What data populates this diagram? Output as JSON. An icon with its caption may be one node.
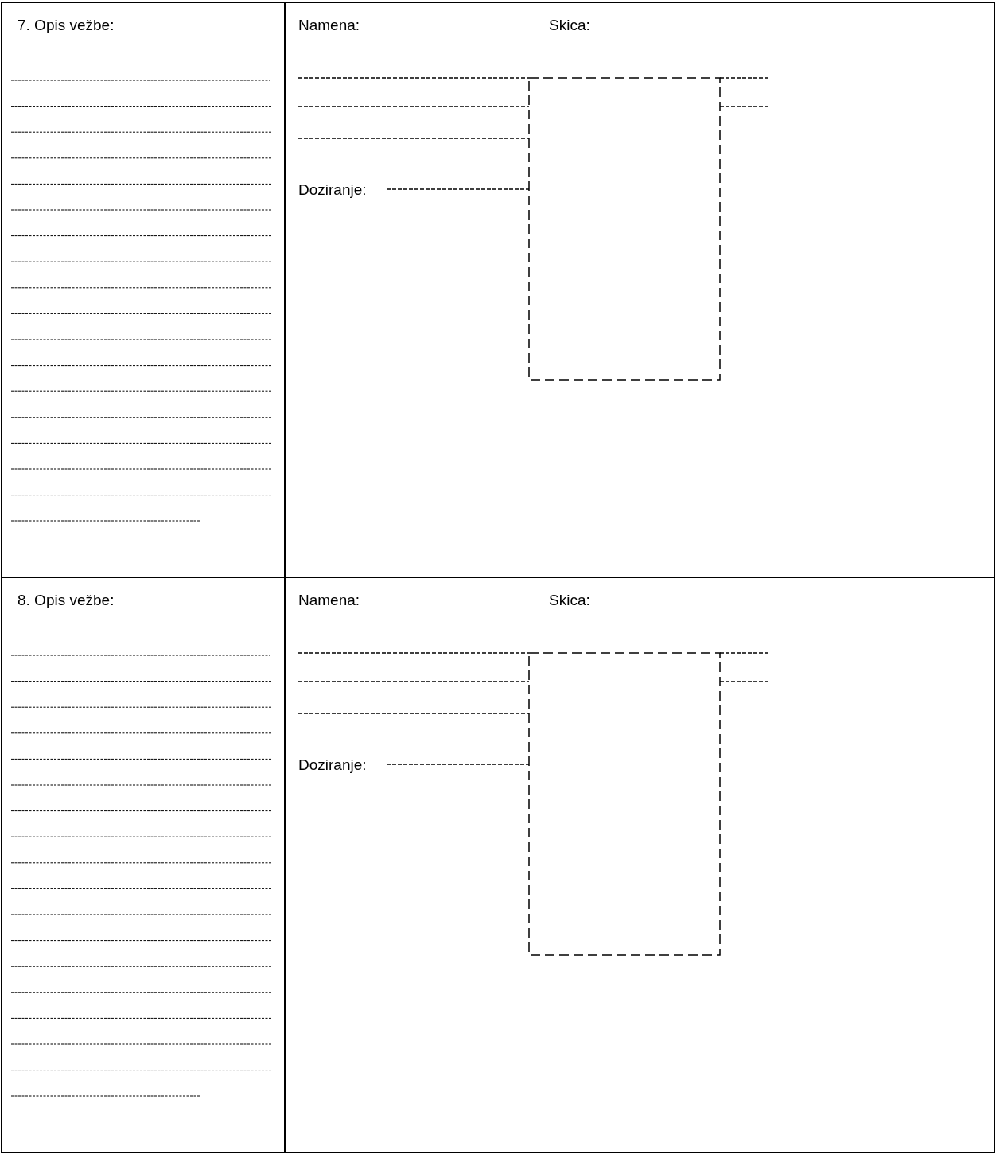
{
  "diagram": {
    "nodes": [
      {
        "text": [],
        "shape": "box"
      },
      {
        "text": [],
        "shape": "box"
      }
    ],
    "labels": [
      "7. Opis vežbe:",
      "Namena:",
      "Skica:",
      "Doziranje:",
      "8. Opis vežbe:",
      "Namena:",
      "Skica:",
      "Doziranje:"
    ]
  }
}
